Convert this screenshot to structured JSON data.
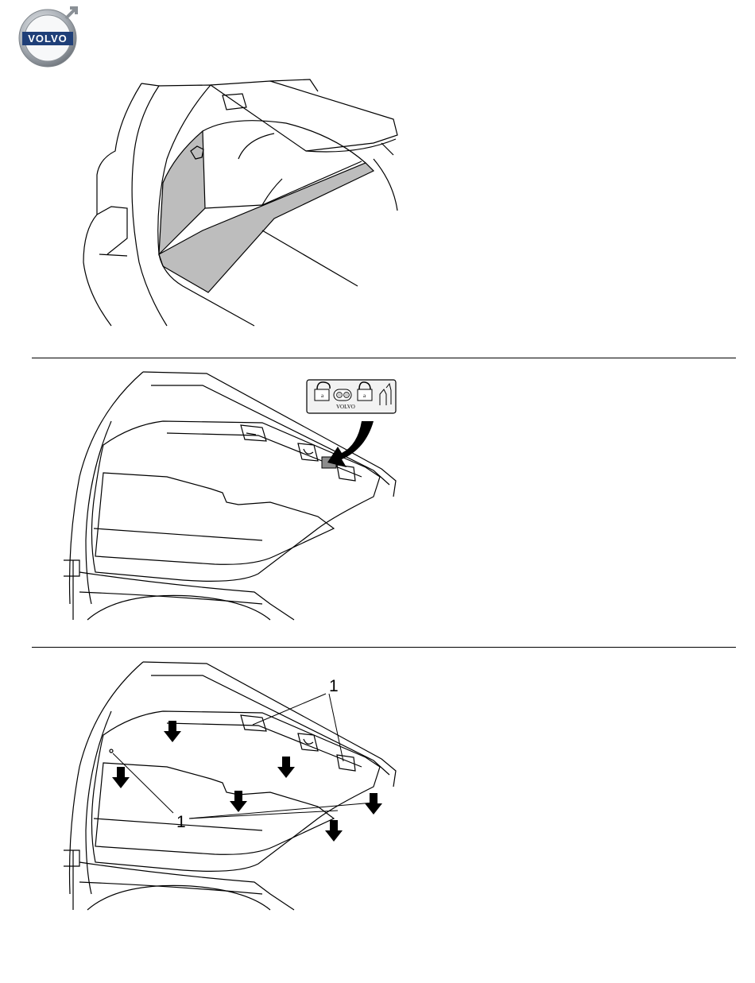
{
  "header": {
    "brand": "VOLVO"
  },
  "steps": [
    {
      "id": 1
    },
    {
      "id": 2,
      "decal_brand": "VOLVO"
    },
    {
      "id": 3,
      "callout_top": "1",
      "callout_bottom": "1"
    }
  ],
  "colors": {
    "shade": "#bdbdbd",
    "logo_blue": "#1f3f78",
    "logo_ring": "#9aa0a6"
  }
}
